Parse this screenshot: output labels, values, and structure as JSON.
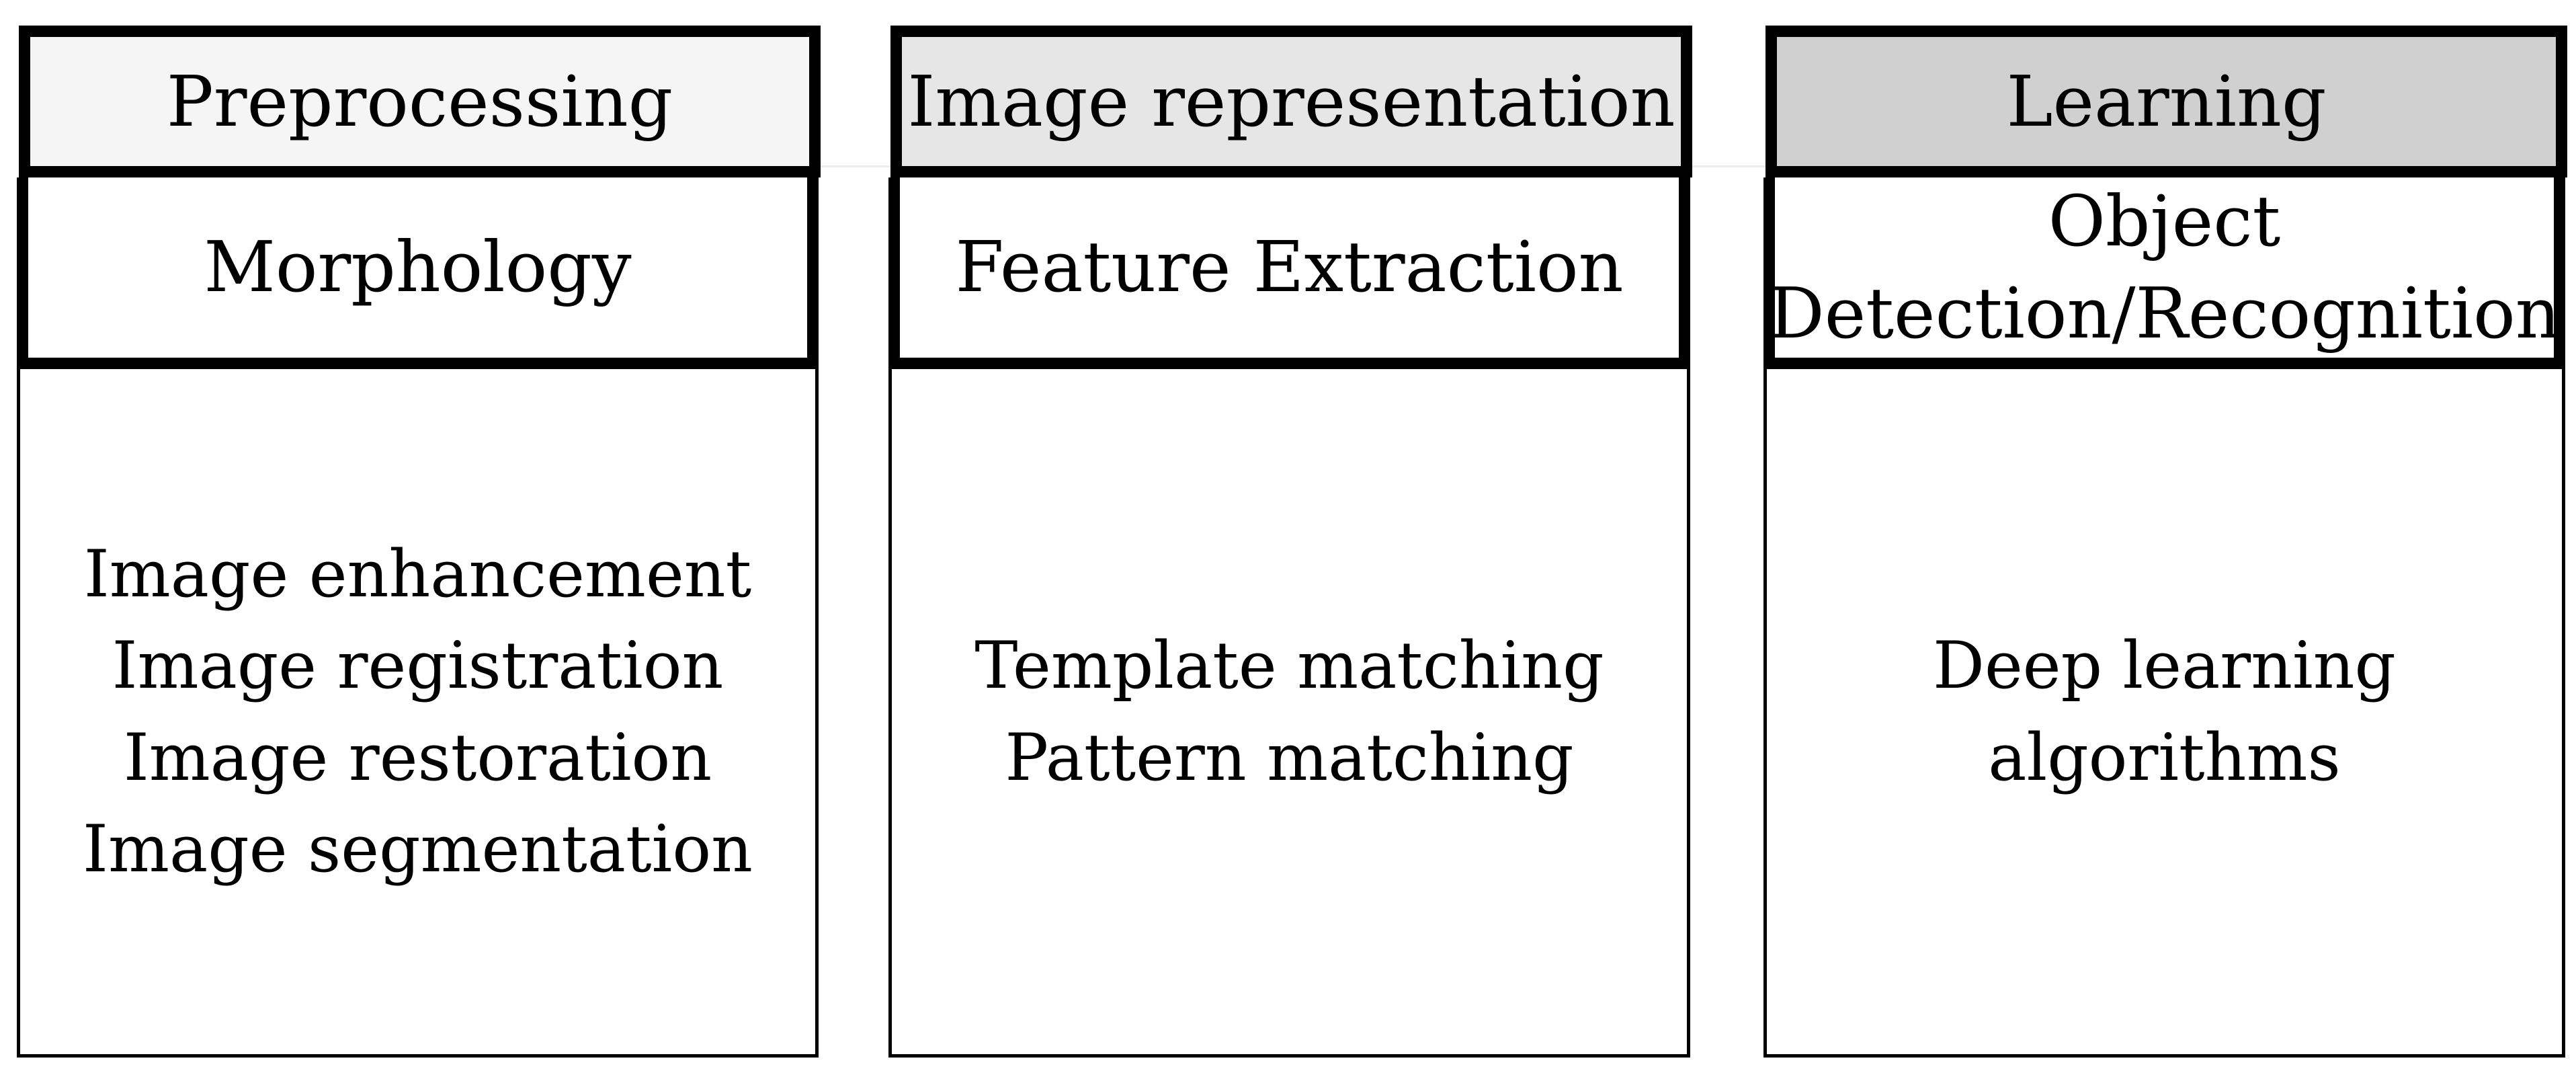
{
  "columns": [
    {
      "header": "Preprocessing",
      "header_fill": "#f5f5f5",
      "subheader": "Morphology",
      "items": [
        "Image enhancement",
        "Image registration",
        "Image restoration",
        "Image segmentation"
      ]
    },
    {
      "header": "Image representation",
      "header_fill": "#e6e6e6",
      "subheader": "Feature Extraction",
      "items": [
        "Template matching",
        "Pattern matching"
      ]
    },
    {
      "header": "Learning",
      "header_fill": "#d0d0d0",
      "subheader": "Object\nDetection/Recognition",
      "items": [
        "Deep learning",
        "algorithms"
      ]
    }
  ]
}
